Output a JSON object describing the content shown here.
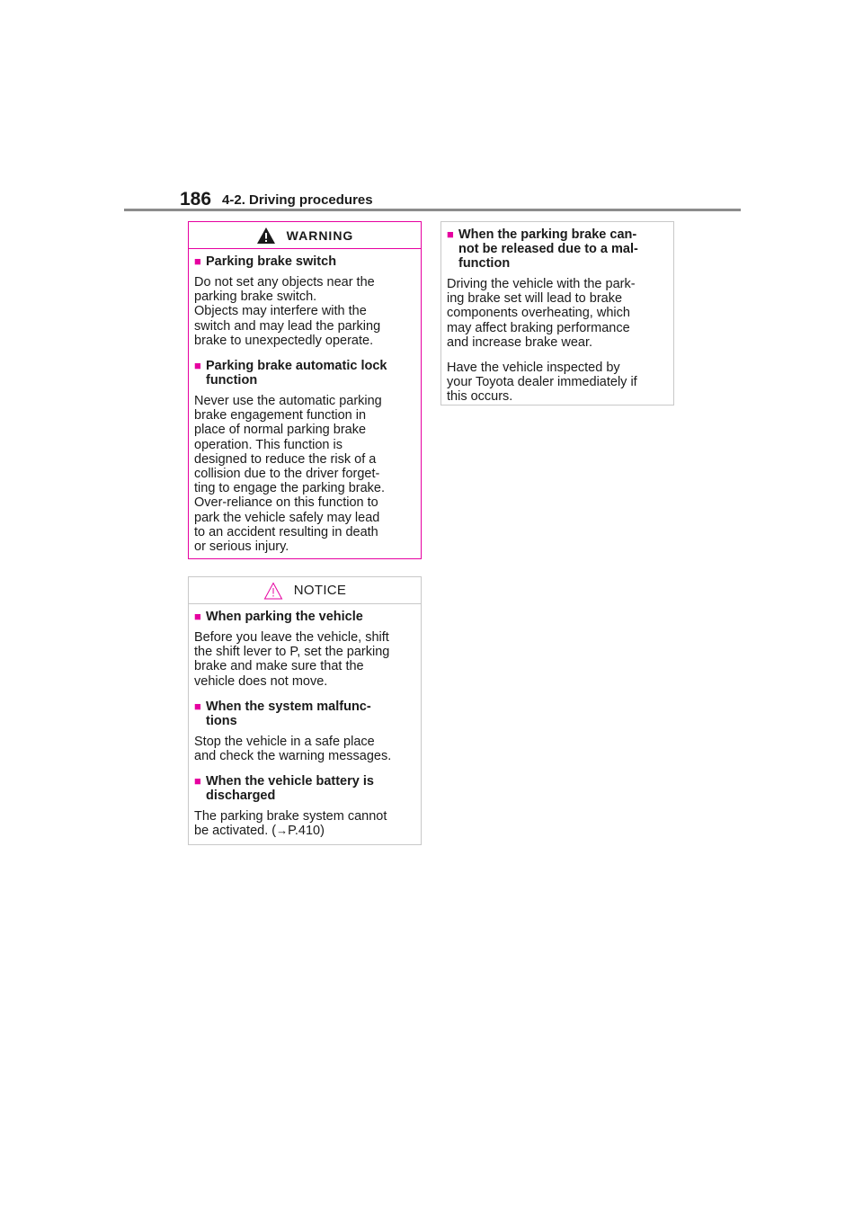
{
  "header": {
    "page_number": "186",
    "section": "4-2. Driving procedures"
  },
  "warning_box": {
    "label": "WARNING",
    "icon": "warning-triangle-icon",
    "items": [
      {
        "bullet": "■",
        "heading": "Parking brake switch",
        "text": "Do not set any objects near the\nparking brake switch.\nObjects may interfere with the\nswitch and may lead the parking\nbrake to unexpectedly operate."
      },
      {
        "bullet": "■",
        "heading": "Parking brake automatic lock\nfunction",
        "text": "Never use the automatic parking\nbrake engagement function in\nplace of normal parking brake\noperation. This function is\ndesigned to reduce the risk of a\ncollision due to the driver forget-\nting to engage the parking brake.\nOver-reliance on this function to\npark the vehicle safely may lead\nto an accident resulting in death\nor serious injury."
      }
    ]
  },
  "notice_box": {
    "label": "NOTICE",
    "icon": "notice-triangle-icon",
    "items": [
      {
        "bullet": "■",
        "heading": "When parking the vehicle",
        "text": "Before you leave the vehicle, shift\nthe shift lever to P, set the parking\nbrake and make sure that the\nvehicle does not move."
      },
      {
        "bullet": "■",
        "heading": "When the system malfunc-\ntions",
        "text": "Stop the vehicle in a safe place\nand check the warning messages."
      },
      {
        "bullet": "■",
        "heading": "When the vehicle battery is\ndischarged",
        "text_before": "The parking brake system cannot\nbe activated. (",
        "arrow": "→",
        "ref": "P.410",
        "text_after": ")"
      }
    ]
  },
  "right_box": {
    "items": [
      {
        "bullet": "■",
        "heading": "When the parking brake can-\nnot be released due to a mal-\nfunction",
        "text": "Driving the vehicle with the park-\ning brake set will lead to brake\ncomponents overheating, which\nmay affect braking performance\nand increase brake wear."
      },
      {
        "bullet": "",
        "heading": "",
        "text": "Have the vehicle inspected by\nyour Toyota dealer immediately if\nthis occurs."
      }
    ]
  },
  "colors": {
    "accent": "#e600a0",
    "rule": "#8c8c8c",
    "border": "#c8c8c8"
  }
}
